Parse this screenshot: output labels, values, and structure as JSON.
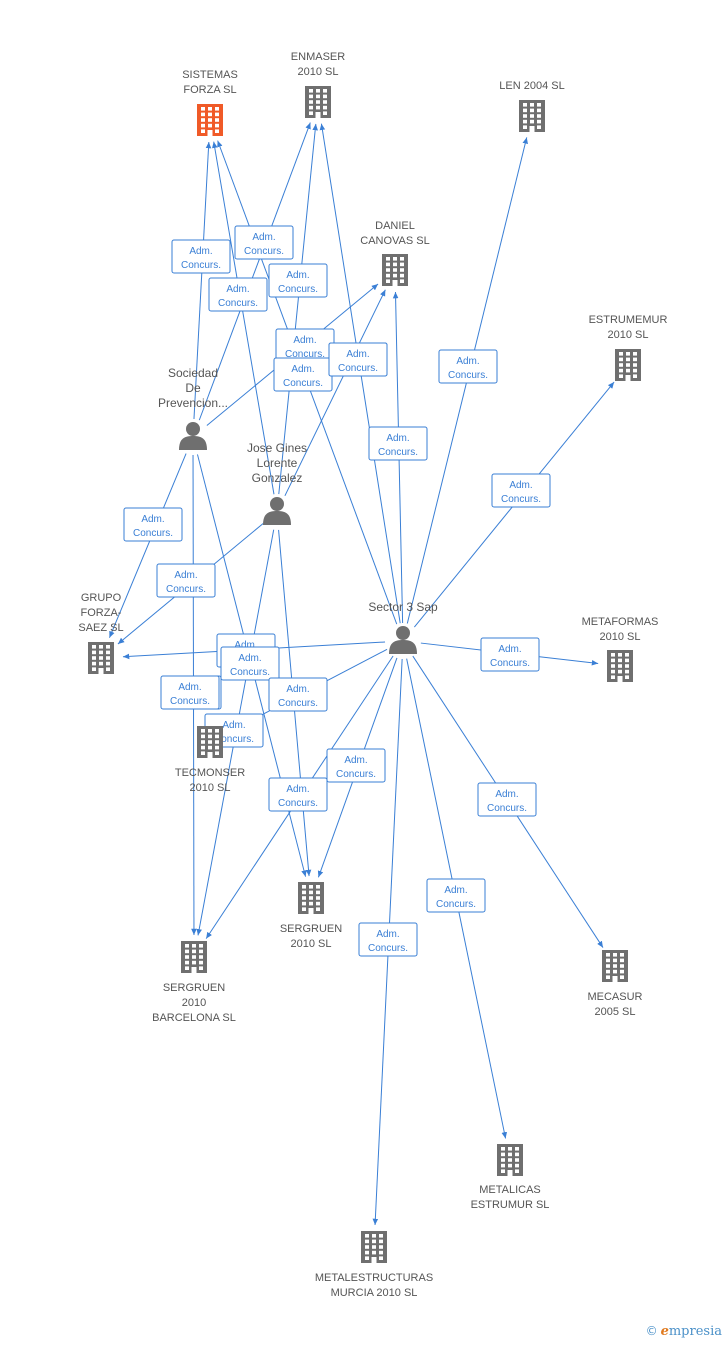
{
  "relation_label_line1": "Adm.",
  "relation_label_line2": "Concurs.",
  "colors": {
    "edge": "#3a7fd5",
    "building": "#6f6f6f",
    "highlight": "#f05a28",
    "person": "#6f6f6f"
  },
  "companies": [
    {
      "id": "sistemas",
      "lines": [
        "SISTEMAS",
        "FORZA SL"
      ],
      "icon": "building-icon",
      "highlight": true
    },
    {
      "id": "enmaser",
      "lines": [
        "ENMASER",
        "2010 SL"
      ],
      "icon": "building-icon"
    },
    {
      "id": "len",
      "lines": [
        "LEN 2004 SL"
      ],
      "icon": "building-icon"
    },
    {
      "id": "daniel",
      "lines": [
        "DANIEL",
        "CANOVAS SL"
      ],
      "icon": "building-icon"
    },
    {
      "id": "estrumemur",
      "lines": [
        "ESTRUMEMUR",
        "2010 SL"
      ],
      "icon": "building-icon"
    },
    {
      "id": "grupo",
      "lines": [
        "GRUPO",
        "FORZA-",
        "SAEZ SL"
      ],
      "icon": "building-icon"
    },
    {
      "id": "metaformas",
      "lines": [
        "METAFORMAS",
        "2010 SL"
      ],
      "icon": "building-icon"
    },
    {
      "id": "tecmonser",
      "lines": [
        "TECMONSER",
        "2010 SL"
      ],
      "icon": "building-icon"
    },
    {
      "id": "sergruen",
      "lines": [
        "SERGRUEN",
        "2010 SL"
      ],
      "icon": "building-icon"
    },
    {
      "id": "sergruenbcn",
      "lines": [
        "SERGRUEN",
        "2010",
        "BARCELONA SL"
      ],
      "icon": "building-icon"
    },
    {
      "id": "mecasur",
      "lines": [
        "MECASUR",
        "2005 SL"
      ],
      "icon": "building-icon"
    },
    {
      "id": "metalicas",
      "lines": [
        "METALICAS",
        "ESTRUMUR SL"
      ],
      "icon": "building-icon"
    },
    {
      "id": "metalestructuras",
      "lines": [
        "METALESTRUCTURAS",
        "MURCIA 2010 SL"
      ],
      "icon": "building-icon"
    }
  ],
  "persons": [
    {
      "id": "sociedad",
      "lines": [
        "Sociedad",
        "De",
        "Prevencion..."
      ],
      "icon": "person-icon"
    },
    {
      "id": "jose",
      "lines": [
        "Jose Gines",
        "Lorente",
        "Gonzalez"
      ],
      "icon": "person-icon"
    },
    {
      "id": "sector",
      "lines": [
        "Sector 3 Sap"
      ],
      "icon": "person-icon"
    }
  ],
  "relations": [
    {
      "from": "sociedad",
      "to": "sistemas"
    },
    {
      "from": "sociedad",
      "to": "enmaser"
    },
    {
      "from": "sociedad",
      "to": "daniel"
    },
    {
      "from": "sociedad",
      "to": "grupo"
    },
    {
      "from": "sociedad",
      "to": "sergruen"
    },
    {
      "from": "sociedad",
      "to": "sergruenbcn"
    },
    {
      "from": "jose",
      "to": "sistemas"
    },
    {
      "from": "jose",
      "to": "enmaser"
    },
    {
      "from": "jose",
      "to": "daniel"
    },
    {
      "from": "jose",
      "to": "grupo"
    },
    {
      "from": "jose",
      "to": "sergruen"
    },
    {
      "from": "jose",
      "to": "sergruenbcn"
    },
    {
      "from": "sector",
      "to": "sistemas"
    },
    {
      "from": "sector",
      "to": "enmaser"
    },
    {
      "from": "sector",
      "to": "len"
    },
    {
      "from": "sector",
      "to": "daniel"
    },
    {
      "from": "sector",
      "to": "estrumemur"
    },
    {
      "from": "sector",
      "to": "grupo"
    },
    {
      "from": "sector",
      "to": "metaformas"
    },
    {
      "from": "sector",
      "to": "tecmonser"
    },
    {
      "from": "sector",
      "to": "sergruen"
    },
    {
      "from": "sector",
      "to": "sergruenbcn"
    },
    {
      "from": "sector",
      "to": "mecasur"
    },
    {
      "from": "sector",
      "to": "metalicas"
    },
    {
      "from": "sector",
      "to": "metalestructuras"
    }
  ],
  "footer": {
    "copyright": "©",
    "brand_initial": "e",
    "brand_rest": "mpresia"
  }
}
